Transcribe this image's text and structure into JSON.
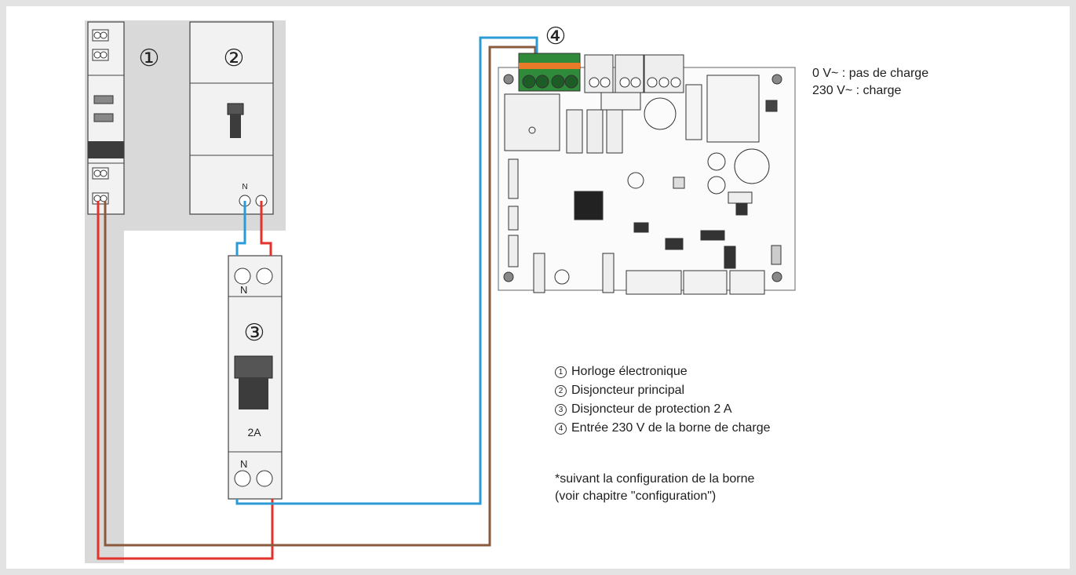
{
  "markers": {
    "m1": "①",
    "m2": "②",
    "m3": "③",
    "m4": "④"
  },
  "breaker_rating": "2A",
  "neutral_label": "N",
  "charge_states": {
    "line1": "0 V~ : pas de charge",
    "line2": "230 V~ : charge"
  },
  "legend": [
    {
      "num": "1",
      "text": "Horloge électronique"
    },
    {
      "num": "2",
      "text": "Disjoncteur principal"
    },
    {
      "num": "3",
      "text": "Disjoncteur de protection 2 A"
    },
    {
      "num": "4",
      "text": "Entrée 230 V de la borne de charge"
    }
  ],
  "note": {
    "line1": "*suivant la configuration de la borne",
    "line2": "(voir chapitre \"configuration\")"
  },
  "colors": {
    "phase_wire": "#e3312b",
    "neutral_wire": "#2b9bd6",
    "signal_wire": "#8a5a3c",
    "panel_grey": "#d9d9d9",
    "terminal_green": "#2f8a3a",
    "terminal_orange": "#e87a2a"
  }
}
